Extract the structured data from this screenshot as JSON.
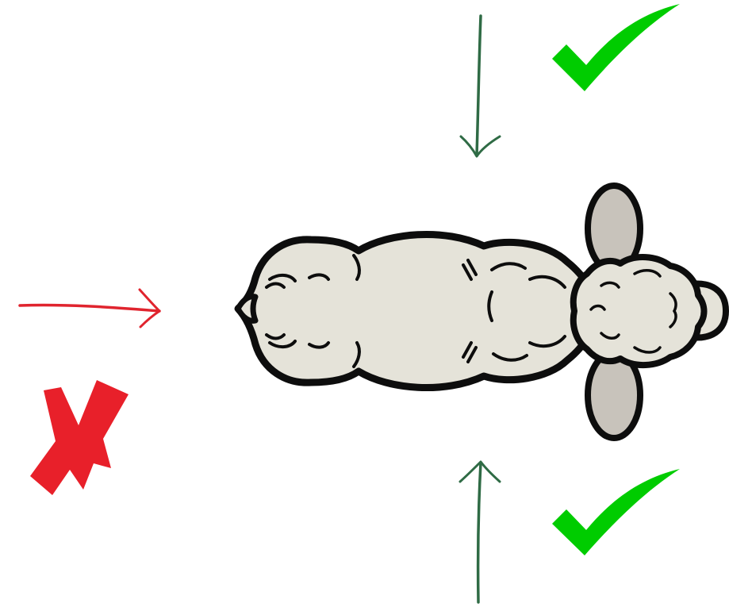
{
  "diagram": {
    "subject": "sheep-top-view",
    "approaches": [
      {
        "from": "top",
        "verdict": "allowed",
        "icon": "check-mark-icon"
      },
      {
        "from": "bottom",
        "verdict": "allowed",
        "icon": "check-mark-icon"
      },
      {
        "from": "rear",
        "verdict": "forbidden",
        "icon": "cross-mark-icon"
      }
    ]
  },
  "colors": {
    "background": "#ffffff",
    "outline": "#0d0d0d",
    "wool": "#e5e3d9",
    "ears": "#c8c3bb",
    "allowed_arrow": "#2f6b45",
    "forbidden_arrow": "#e0242e",
    "check": "#00cc00",
    "cross": "#e8202a"
  }
}
